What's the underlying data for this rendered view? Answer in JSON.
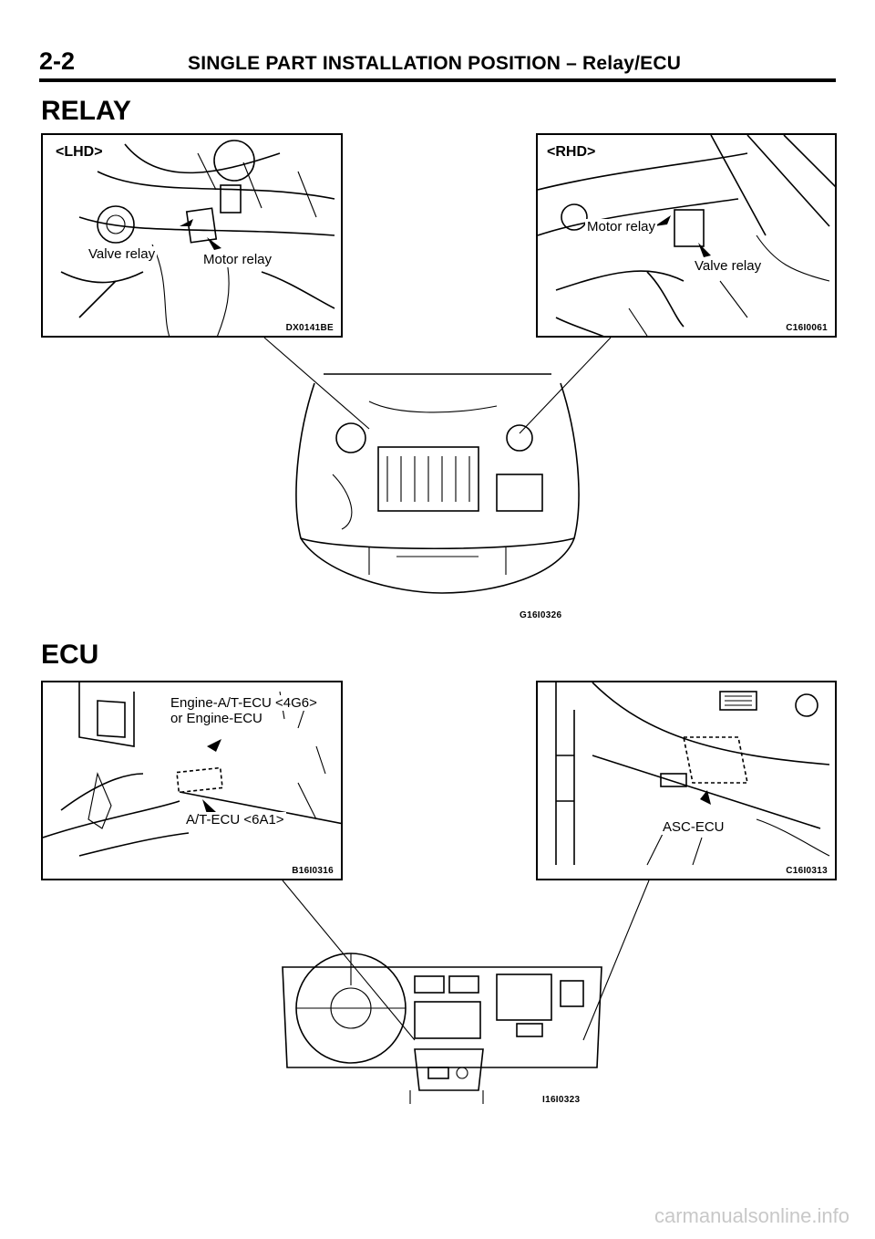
{
  "header": {
    "page_number": "2-2",
    "title": "SINGLE PART INSTALLATION POSITION – Relay/ECU"
  },
  "sections": {
    "relay": "RELAY",
    "ecu": "ECU"
  },
  "relay_lhd": {
    "tag": "<LHD>",
    "valve_relay": "Valve relay",
    "motor_relay": "Motor relay",
    "code": "DX0141BE"
  },
  "relay_rhd": {
    "tag": "<RHD>",
    "motor_relay": "Motor relay",
    "valve_relay": "Valve relay",
    "code": "C16I0061"
  },
  "engine_bay": {
    "code": "G16I0326"
  },
  "ecu_left": {
    "engine_ecu_line1": "Engine-A/T-ECU <4G6>",
    "engine_ecu_line2": "or Engine-ECU",
    "at_ecu": "A/T-ECU <6A1>",
    "code": "B16I0316"
  },
  "ecu_right": {
    "asc_ecu": "ASC-ECU",
    "code": "C16I0313"
  },
  "dashboard": {
    "code": "I16I0323"
  },
  "watermark": "carmanualsonline.info"
}
